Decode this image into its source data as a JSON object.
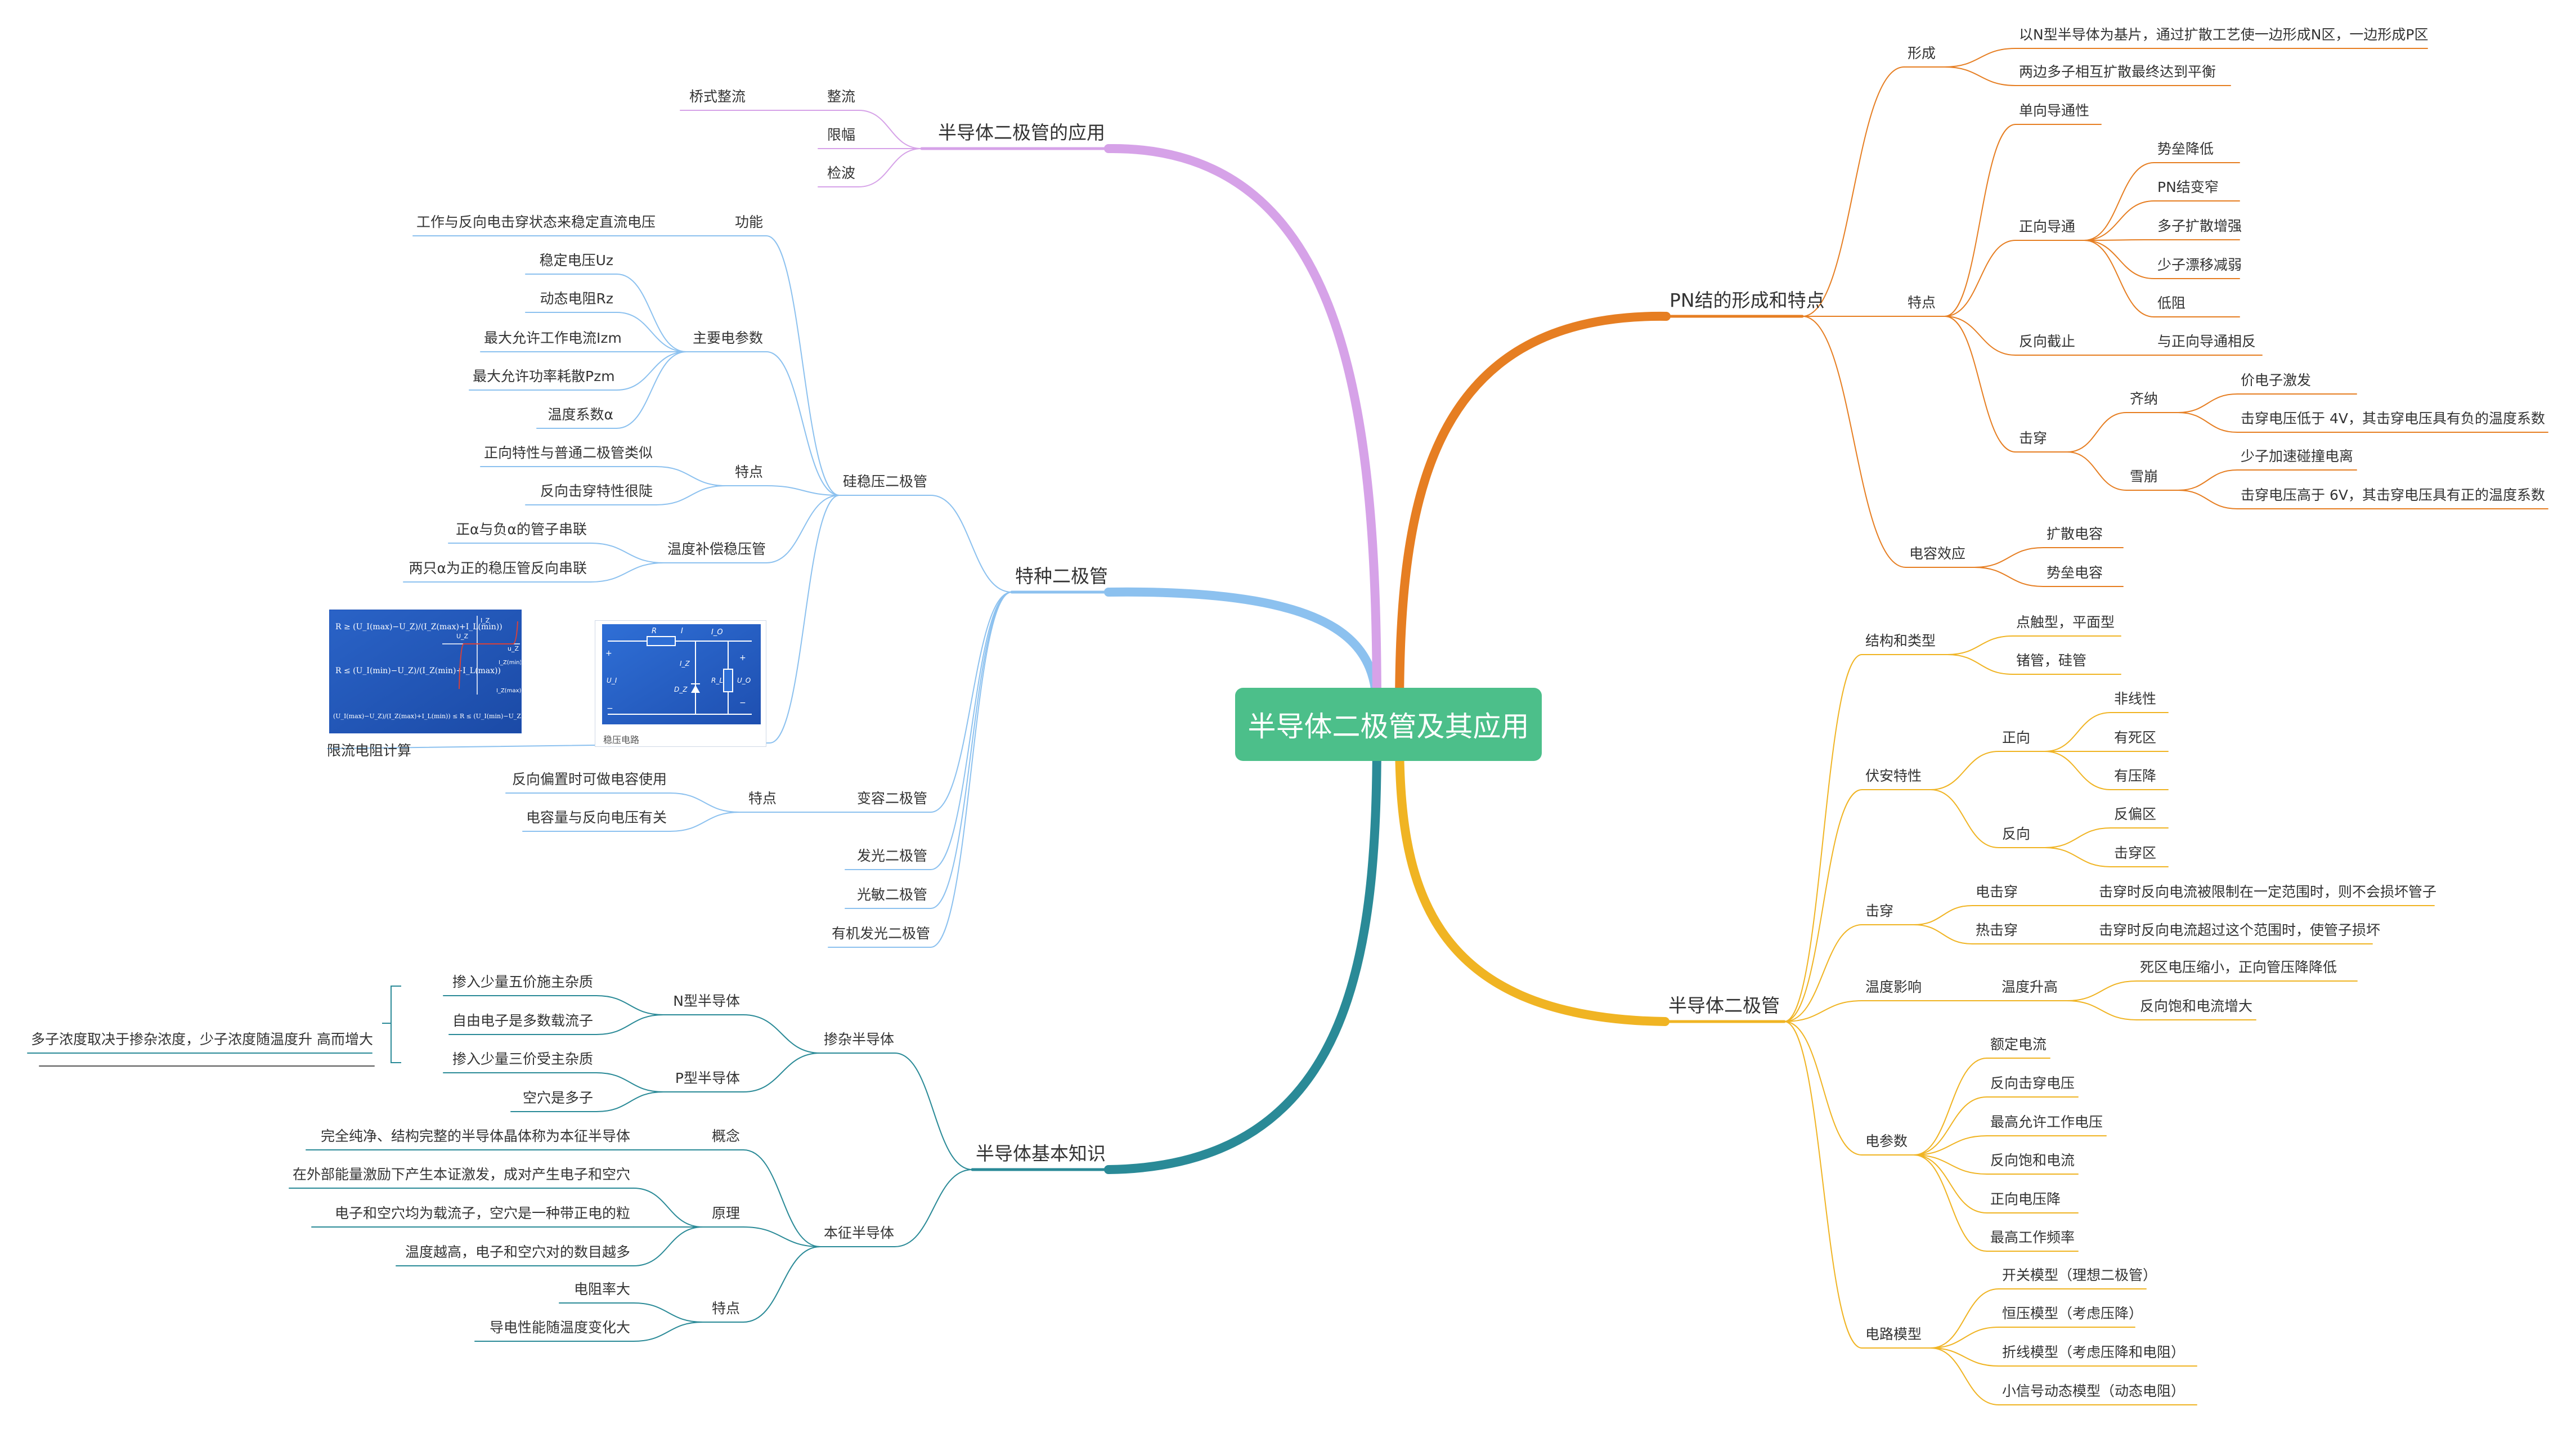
{
  "central": "半导体二极管及其应用",
  "colors": {
    "pn": "#e67e22",
    "diode": "#f0b423",
    "basic": "#2a8a97",
    "special": "#8cc1ef",
    "app": "#d6a2e8",
    "central_bg": "#4cbf8a"
  },
  "branches": {
    "pn": {
      "label": "PN结的形成和特点",
      "formation": {
        "label": "形成",
        "items": [
          "以N型半导体为基片，通过扩散工艺使一边形成N区，一边形成P区",
          "两边多子相互扩散最终达到平衡"
        ]
      },
      "features": {
        "label": "特点",
        "unidirectional": "单向导通性",
        "forward": {
          "label": "正向导通",
          "items": [
            "势垒降低",
            "PN结变窄",
            "多子扩散增强",
            "少子漂移减弱",
            "低阻"
          ]
        },
        "reverse": {
          "label": "反向截止",
          "item": "与正向导通相反"
        },
        "breakdown": {
          "label": "击穿",
          "zener": {
            "label": "齐纳",
            "items": [
              "价电子激发",
              "击穿电压低于 4V，其击穿电压具有负的温度系数"
            ]
          },
          "avalanche": {
            "label": "雪崩",
            "items": [
              "少子加速碰撞电离",
              "击穿电压高于 6V，其击穿电压具有正的温度系数"
            ]
          }
        }
      },
      "capacitance": {
        "label": "电容效应",
        "items": [
          "扩散电容",
          "势垒电容"
        ]
      }
    },
    "diode": {
      "label": "半导体二极管",
      "structure": {
        "label": "结构和类型",
        "items": [
          "点触型，平面型",
          "锗管，硅管"
        ]
      },
      "vi": {
        "label": "伏安特性",
        "forward": {
          "label": "正向",
          "items": [
            "非线性",
            "有死区",
            "有压降"
          ]
        },
        "reverse": {
          "label": "反向",
          "items": [
            "反偏区",
            "击穿区"
          ]
        }
      },
      "breakdown": {
        "label": "击穿",
        "electric": {
          "label": "电击穿",
          "item": "击穿时反向电流被限制在一定范围时，则不会损坏管子"
        },
        "thermal": {
          "label": "热击穿",
          "item": "击穿时反向电流超过这个范围时，使管子损坏"
        }
      },
      "temperature": {
        "label": "温度影响",
        "rise": {
          "label": "温度升高",
          "items": [
            "死区电压缩小，正向管压降降低",
            "反向饱和电流增大"
          ]
        }
      },
      "params": {
        "label": "电参数",
        "items": [
          "额定电流",
          "反向击穿电压",
          "最高允许工作电压",
          "反向饱和电流",
          "正向电压降",
          "最高工作频率"
        ]
      },
      "models": {
        "label": "电路模型",
        "items": [
          "开关模型（理想二极管）",
          "恒压模型（考虑压降）",
          "折线模型（考虑压降和电阻）",
          "小信号动态模型（动态电阻）"
        ]
      }
    },
    "basic": {
      "label": "半导体基本知识",
      "doped": {
        "label": "掺杂半导体",
        "n": {
          "label": "N型半导体",
          "items": [
            "掺入少量五价施主杂质",
            "自由电子是多数载流子"
          ]
        },
        "p": {
          "label": "P型半导体",
          "items": [
            "掺入少量三价受主杂质",
            "空穴是多子"
          ]
        },
        "summary": "多子浓度取决于掺杂浓度，少子浓度随温度升 高而增大"
      },
      "intrinsic": {
        "label": "本征半导体",
        "concept": {
          "label": "概念",
          "item": "完全纯净、结构完整的半导体晶体称为本征半导体"
        },
        "principle": {
          "label": "原理",
          "items": [
            "在外部能量激励下产生本证激发，成对产生电子和空穴",
            "电子和空穴均为载流子，空穴是一种带正电的粒",
            "温度越高，电子和空穴对的数目越多"
          ]
        },
        "features": {
          "label": "特点",
          "items": [
            "电阻率大",
            "导电性能随温度变化大"
          ]
        }
      }
    },
    "special": {
      "label": "特种二极管",
      "zener": {
        "label": "硅稳压二极管",
        "function": {
          "label": "功能",
          "item": "工作与反向电击穿状态来稳定直流电压"
        },
        "params": {
          "label": "主要电参数",
          "items": [
            "稳定电压Uz",
            "动态电阻Rz",
            "最大允许工作电流Izm",
            "最大允许功率耗散Pzm",
            "温度系数α"
          ]
        },
        "features": {
          "label": "特点",
          "items": [
            "正向特性与普通二极管类似",
            "反向击穿特性很陡"
          ]
        },
        "tempcomp": {
          "label": "温度补偿稳压管",
          "items": [
            "正α与负α的管子串联",
            "两只α为正的稳压管反向串联"
          ]
        },
        "resistor_calc": "限流电阻计算",
        "circuit_caption": "稳压电路"
      },
      "varactor": {
        "label": "变容二极管",
        "features": {
          "label": "特点",
          "items": [
            "反向偏置时可做电容使用",
            "电容量与反向电压有关"
          ]
        }
      },
      "led": "发光二极管",
      "photo": "光敏二极管",
      "oled": "有机发光二极管"
    },
    "app": {
      "label": "半导体二极管的应用",
      "rect": {
        "label": "整流",
        "item": "桥式整流"
      },
      "limit": "限幅",
      "detect": "检波"
    }
  },
  "fig1": {
    "formula1": "R ≥ (U_I(max) − U_Z) / (I_Z(max) + I_L(min))",
    "formula2": "R ≤ (U_I(min) − U_Z) / (I_Z(min) + I_L(max))",
    "formula3": "(U_I(max) − U_Z)/(I_Z(max) + I_L(min)) ≤ R ≤ (U_I(min) − U_Z)/(I_Z(min) + I_L(max))",
    "axis_labels": [
      "I_Z",
      "U_Z",
      "u_Z",
      "I_Z(min)",
      "I_Z(max)"
    ]
  },
  "fig2": {
    "labels": [
      "R",
      "I",
      "I_O",
      "I_Z",
      "D_Z",
      "R_L",
      "U_I",
      "U_O",
      "+",
      "−",
      "+",
      "−"
    ]
  }
}
